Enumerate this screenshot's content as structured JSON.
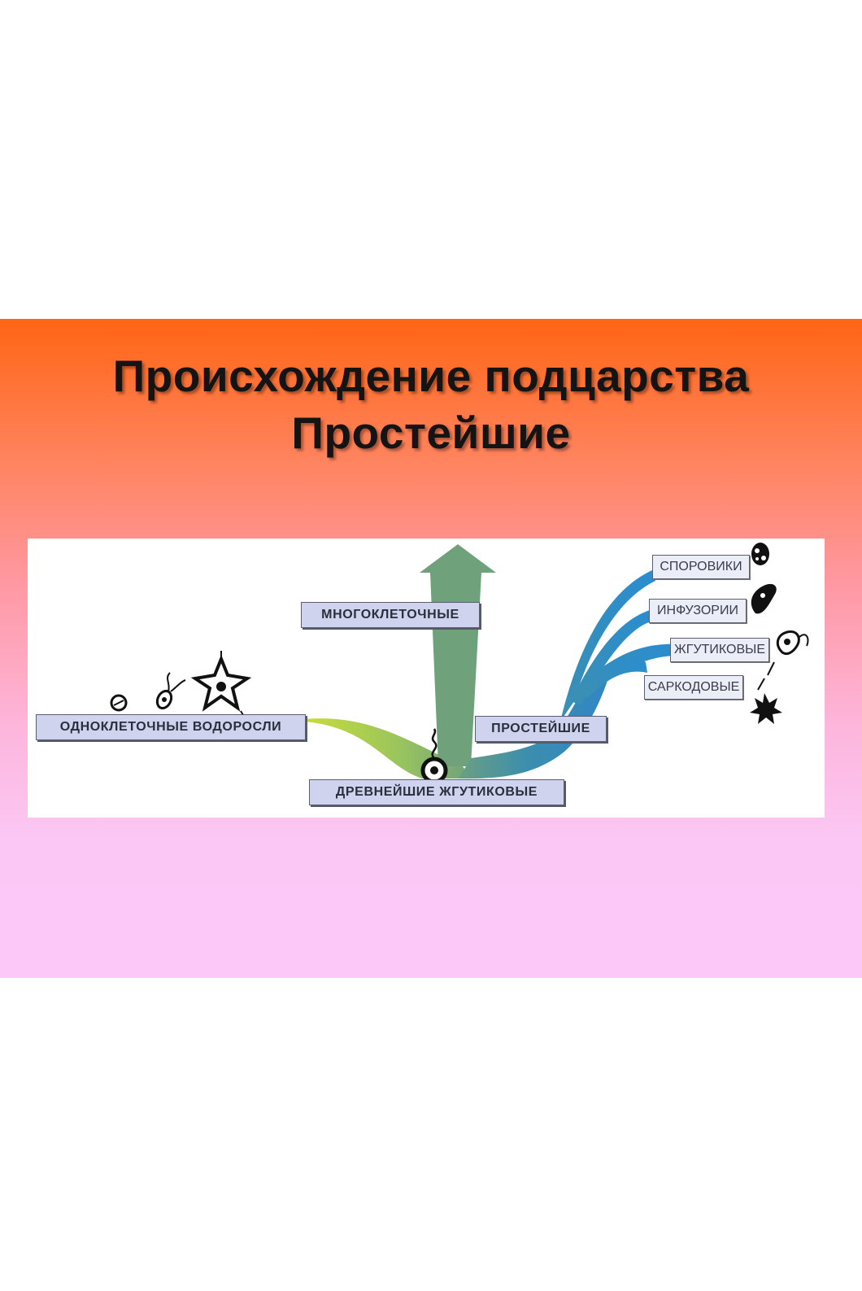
{
  "title": {
    "line1": "Происхождение подцарства",
    "line2": "Простейшие"
  },
  "diagram": {
    "root": "ДРЕВНЕЙШИЕ ЖГУТИКОВЫЕ",
    "left": "ОДНОКЛЕТОЧНЫЕ ВОДОРОСЛИ",
    "up": "МНОГОКЛЕТОЧНЫЕ",
    "right": "ПРОСТЕЙШИЕ",
    "groups": {
      "sporoviki": "СПОРОВИКИ",
      "infuzorii": "ИНФУЗОРИИ",
      "zhgutikovye": "ЖГУТИКОВЫЕ",
      "sarkodovye": "САРКОДОВЫЕ"
    },
    "colors": {
      "algae": "#c2d83c",
      "multicell": "#6fa27b",
      "protozoa": "#2f8fc9"
    }
  }
}
